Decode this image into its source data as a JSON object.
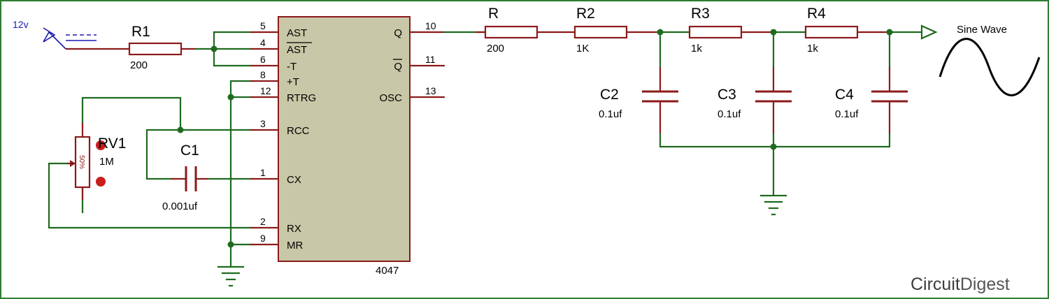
{
  "source": {
    "voltage": "12v"
  },
  "resistors": {
    "r1": {
      "name": "R1",
      "value": "200"
    },
    "r": {
      "name": "R",
      "value": "200"
    },
    "r2": {
      "name": "R2",
      "value": "1K"
    },
    "r3": {
      "name": "R3",
      "value": "1k"
    },
    "r4": {
      "name": "R4",
      "value": "1k"
    }
  },
  "capacitors": {
    "c1": {
      "name": "C1",
      "value": "0.001uf"
    },
    "c2": {
      "name": "C2",
      "value": "0.1uf"
    },
    "c3": {
      "name": "C3",
      "value": "0.1uf"
    },
    "c4": {
      "name": "C4",
      "value": "0.1uf"
    }
  },
  "potentiometer": {
    "name": "RV1",
    "value": "1M",
    "setting": "50%"
  },
  "ic": {
    "part": "4047",
    "left_pins": [
      {
        "num": "5",
        "label": "AST",
        "overline": false
      },
      {
        "num": "4",
        "label": "AST",
        "overline": true
      },
      {
        "num": "6",
        "label": "-T",
        "overline": false
      },
      {
        "num": "8",
        "label": "+T",
        "overline": false
      },
      {
        "num": "12",
        "label": "RTRG",
        "overline": false
      },
      {
        "num": "3",
        "label": "RCC",
        "overline": false
      },
      {
        "num": "1",
        "label": "CX",
        "overline": false
      },
      {
        "num": "2",
        "label": "RX",
        "overline": false
      },
      {
        "num": "9",
        "label": "MR",
        "overline": false
      }
    ],
    "right_pins": [
      {
        "num": "10",
        "label": "Q",
        "overline": false
      },
      {
        "num": "11",
        "label": "Q",
        "overline": true
      },
      {
        "num": "13",
        "label": "OSC",
        "overline": false
      }
    ]
  },
  "output": {
    "label": "Sine Wave"
  },
  "brand": {
    "part1": "Circuit",
    "part2": "Digest"
  },
  "colors": {
    "wire": "#1f6b1f",
    "component": "#8b1a1a",
    "chip_fill": "#c8c8a8",
    "label_blue": "#1a1ab0"
  }
}
